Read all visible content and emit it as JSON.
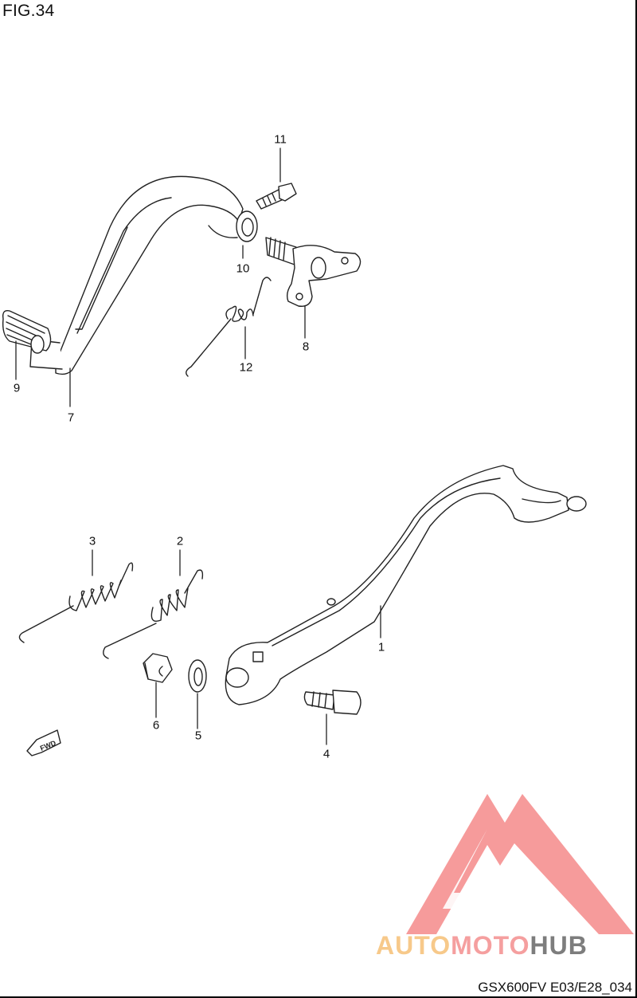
{
  "figure": {
    "title": "FIG.34",
    "footer_code": "GSX600FV E03/E28_034"
  },
  "callouts": [
    {
      "id": "11",
      "label": "11"
    },
    {
      "id": "10",
      "label": "10"
    },
    {
      "id": "8",
      "label": "8"
    },
    {
      "id": "12",
      "label": "12"
    },
    {
      "id": "9",
      "label": "9"
    },
    {
      "id": "7",
      "label": "7"
    },
    {
      "id": "3",
      "label": "3"
    },
    {
      "id": "2",
      "label": "2"
    },
    {
      "id": "1",
      "label": "1"
    },
    {
      "id": "6",
      "label": "6"
    },
    {
      "id": "5",
      "label": "5"
    },
    {
      "id": "4",
      "label": "4"
    }
  ],
  "fwd_arrow": {
    "label": "FWD"
  },
  "watermark": {
    "part1": "AUTO",
    "part2": "MOTO",
    "part3": "HUB",
    "colors": {
      "auto": "#f7c98a",
      "moto": "#f59f9f",
      "hub": "#7d7d7d",
      "logo": "#f48a8a"
    }
  }
}
